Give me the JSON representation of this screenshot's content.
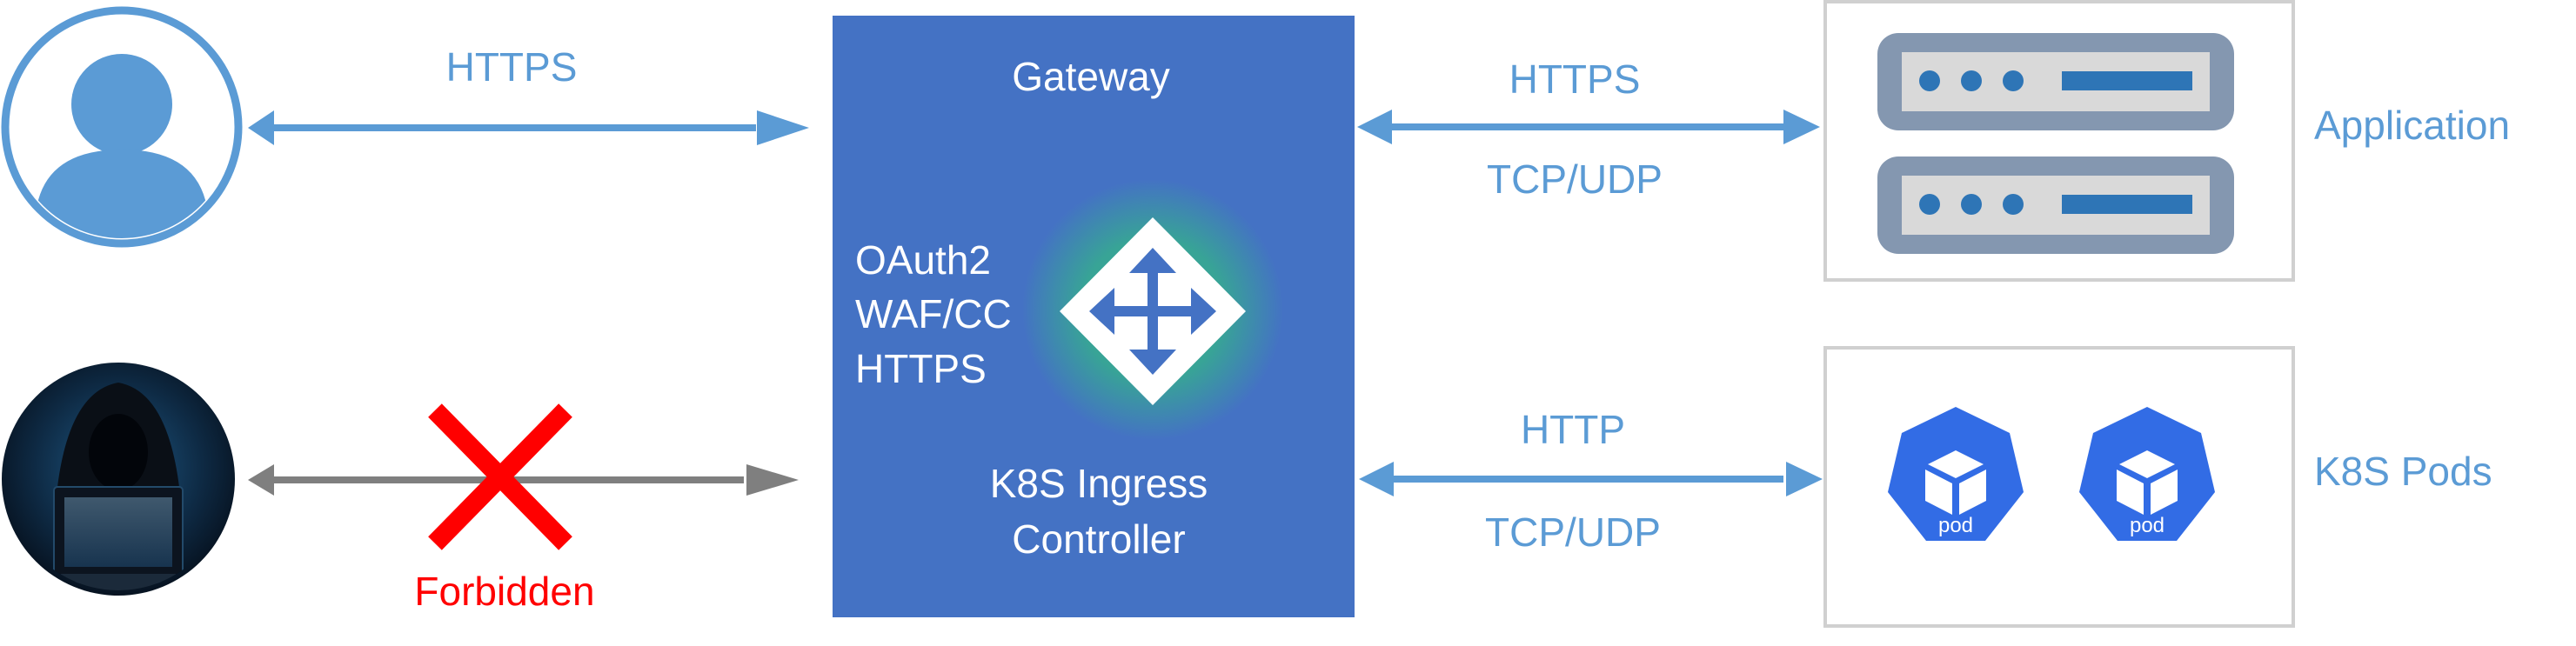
{
  "labels": {
    "user_link": "HTTPS",
    "forbidden": "Forbidden",
    "gateway_title": "Gateway",
    "features": [
      "OAuth2",
      "WAF/CC",
      "HTTPS"
    ],
    "controller_line1": "K8S Ingress",
    "controller_line2": "Controller",
    "app_link_top": "HTTPS",
    "app_link_bottom": "TCP/UDP",
    "pods_link_top": "HTTP",
    "pods_link_bottom": "TCP/UDP",
    "application": "Application",
    "k8s_pods": "K8S Pods",
    "pod_1": "pod",
    "pod_2": "pod"
  },
  "colors": {
    "gateway_fill": "#4472c4",
    "link_blue": "#5b9bd5",
    "forbidden_red": "#ff0000",
    "blocked_gray": "#7f7f7f",
    "pod_blue": "#326ce5",
    "server_gray": "#8497b0"
  },
  "icons": {
    "user": "user-avatar-icon",
    "hacker": "hacker-icon",
    "router": "router-arrows-icon",
    "server": "server-icon",
    "pod": "kubernetes-pod-icon",
    "blocked": "x-mark-icon"
  }
}
